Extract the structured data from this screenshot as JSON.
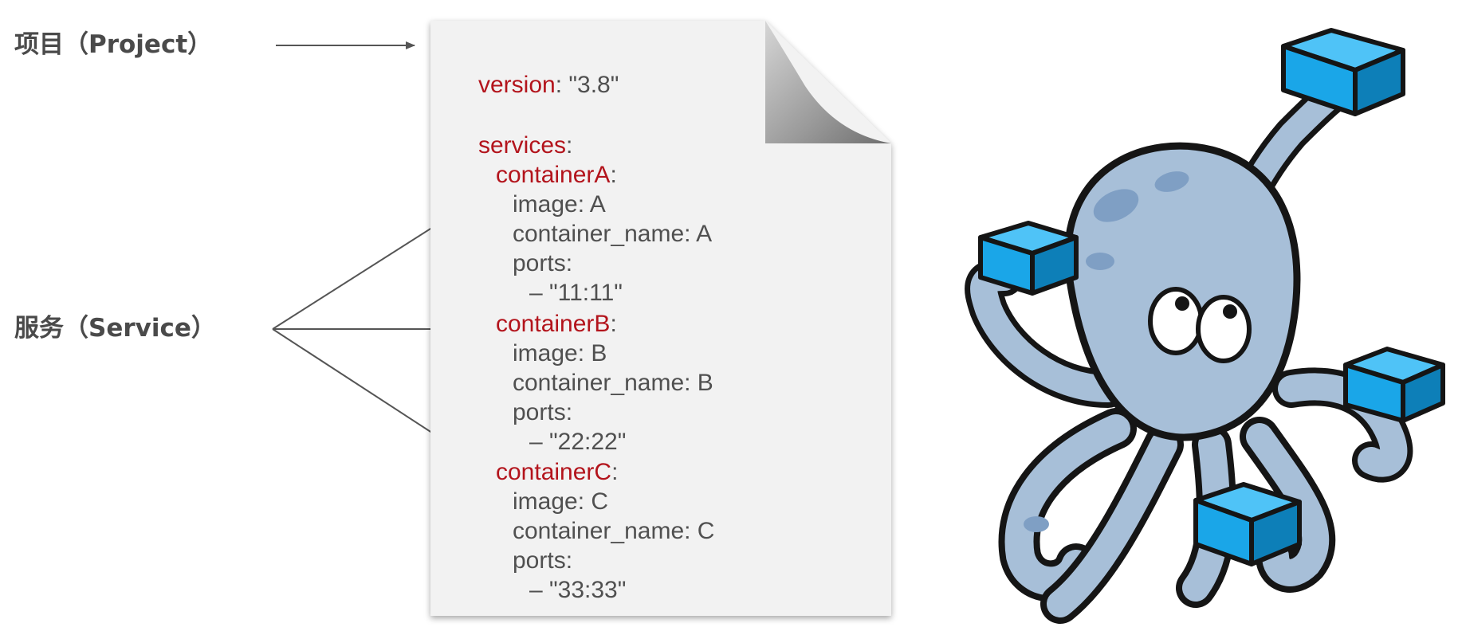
{
  "labels": {
    "project": "项目（Project）",
    "service": "服务（Service）"
  },
  "compose": {
    "version_key": "version",
    "version_value": ": \"3.8\"",
    "services_key": "services",
    "colon": ":",
    "services": [
      {
        "name": "containerA",
        "image": "image: A",
        "container_name": "container_name: A",
        "ports_label": "ports:",
        "port": "– \"11:11\""
      },
      {
        "name": "containerB",
        "image": "image: B",
        "container_name": "container_name: B",
        "ports_label": "ports:",
        "port": "– \"22:22\""
      },
      {
        "name": "containerC",
        "image": "image: C",
        "container_name": "container_name: C",
        "ports_label": "ports:",
        "port": "– \"33:33\""
      }
    ]
  },
  "colors": {
    "key": "#b3141c",
    "text": "#505050",
    "paper": "#f2f2f2",
    "label": "#4a4a4a",
    "octopus_body": "#a7bfd8",
    "container_box": "#1aa6e8"
  },
  "icons": {
    "mascot": "docker-compose-octopus-mascot"
  }
}
